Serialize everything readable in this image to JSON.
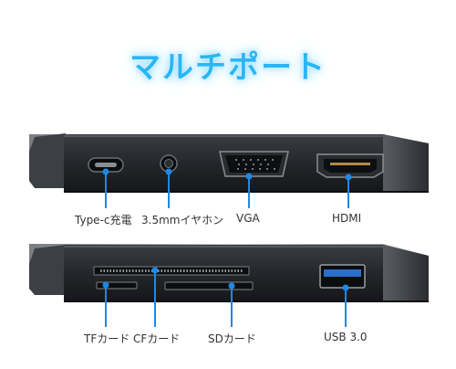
{
  "title": "マルチポート",
  "colors": {
    "accent": "#1e88e5",
    "title": "#29b6f6"
  },
  "top_view": {
    "ports": [
      {
        "id": "usb_c",
        "label": "Type-c充電"
      },
      {
        "id": "audio",
        "label": "3.5mmイヤホン"
      },
      {
        "id": "vga",
        "label": "VGA"
      },
      {
        "id": "hdmi",
        "label": "HDMI"
      }
    ]
  },
  "bottom_view": {
    "ports": [
      {
        "id": "tf",
        "label": "TFカード"
      },
      {
        "id": "cf",
        "label": "CFカード"
      },
      {
        "id": "sd",
        "label": "SDカード"
      },
      {
        "id": "usb3",
        "label": "USB 3.0"
      }
    ]
  }
}
